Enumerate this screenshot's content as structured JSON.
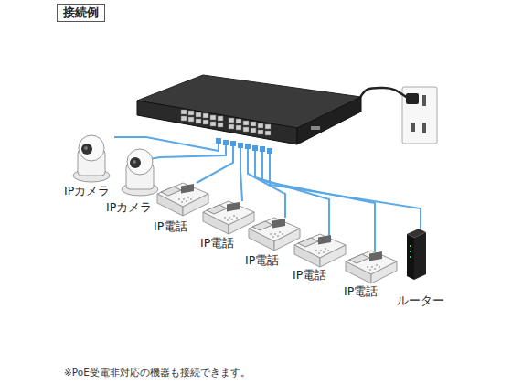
{
  "diagram": {
    "title": "接続例",
    "caption": "※PoE受電非対応の機器も接続できます。",
    "labels": [
      "IPカメラ",
      "IPカメラ",
      "IP電話",
      "IP電話",
      "IP電話",
      "IP電話",
      "IP電話",
      "ルーター"
    ]
  }
}
